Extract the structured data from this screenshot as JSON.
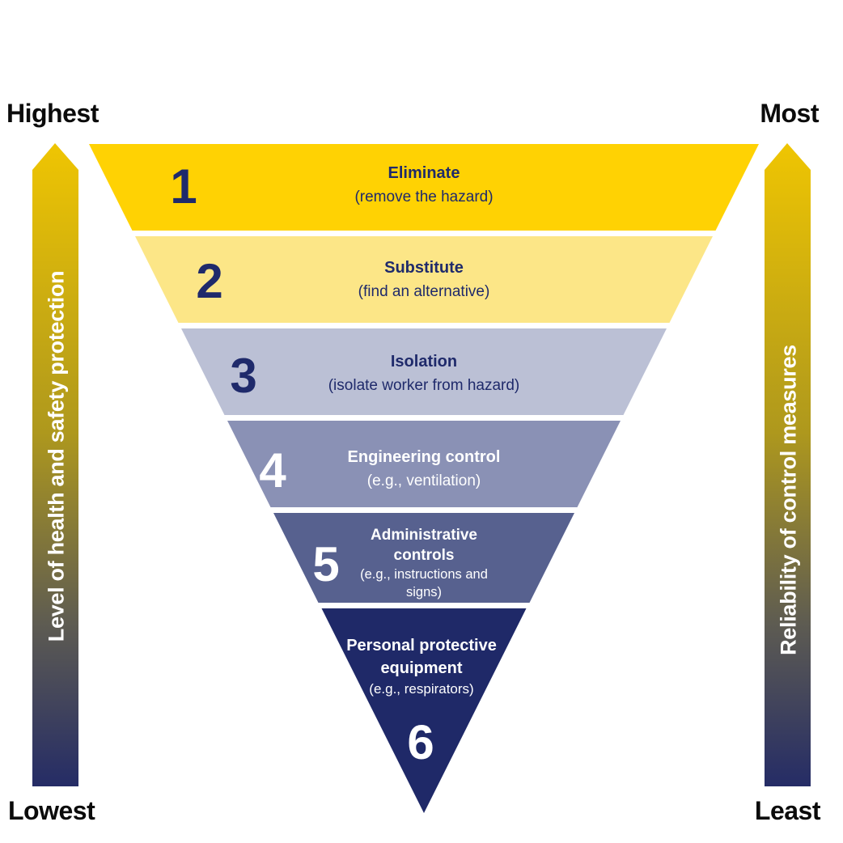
{
  "corner_labels": {
    "top_left": "Highest",
    "top_right": "Most",
    "bottom_left": "Lowest",
    "bottom_right": "Least"
  },
  "left_arrow": {
    "label": "Level of health and safety protection",
    "gradient": [
      "#EFC502",
      "#AE981D",
      "#5D5B52",
      "#252C66"
    ]
  },
  "right_arrow": {
    "label": "Reliability of control measures",
    "gradient": [
      "#EFC502",
      "#AE981D",
      "#5D5B52",
      "#252C66"
    ]
  },
  "pyramid": {
    "levels": [
      {
        "number": "1",
        "title": "Eliminate",
        "subtitle": "(remove the hazard)",
        "color": "#FFD203",
        "text_color": "#1F2A6B"
      },
      {
        "number": "2",
        "title": "Substitute",
        "subtitle": "(find an alternative)",
        "color": "#FCE687",
        "text_color": "#1F2A6B"
      },
      {
        "number": "3",
        "title": "Isolation",
        "subtitle": "(isolate worker from hazard)",
        "color": "#BBC0D5",
        "text_color": "#1F2A6B"
      },
      {
        "number": "4",
        "title": "Engineering control",
        "subtitle": "(e.g., ventilation)",
        "color": "#8A91B5",
        "text_color": "#FFFFFF"
      },
      {
        "number": "5",
        "title": "Administrative controls",
        "subtitle": "(e.g., instructions and signs)",
        "color": "#57618F",
        "text_color": "#FFFFFF"
      },
      {
        "number": "6",
        "title": "Personal protective equipment",
        "subtitle": "(e.g., respirators)",
        "color": "#1F2968",
        "text_color": "#FFFFFF"
      }
    ]
  },
  "colors": {
    "background": "#FFFFFF",
    "corner_text": "#0B0B0B",
    "navy_text": "#1F2A6B"
  }
}
